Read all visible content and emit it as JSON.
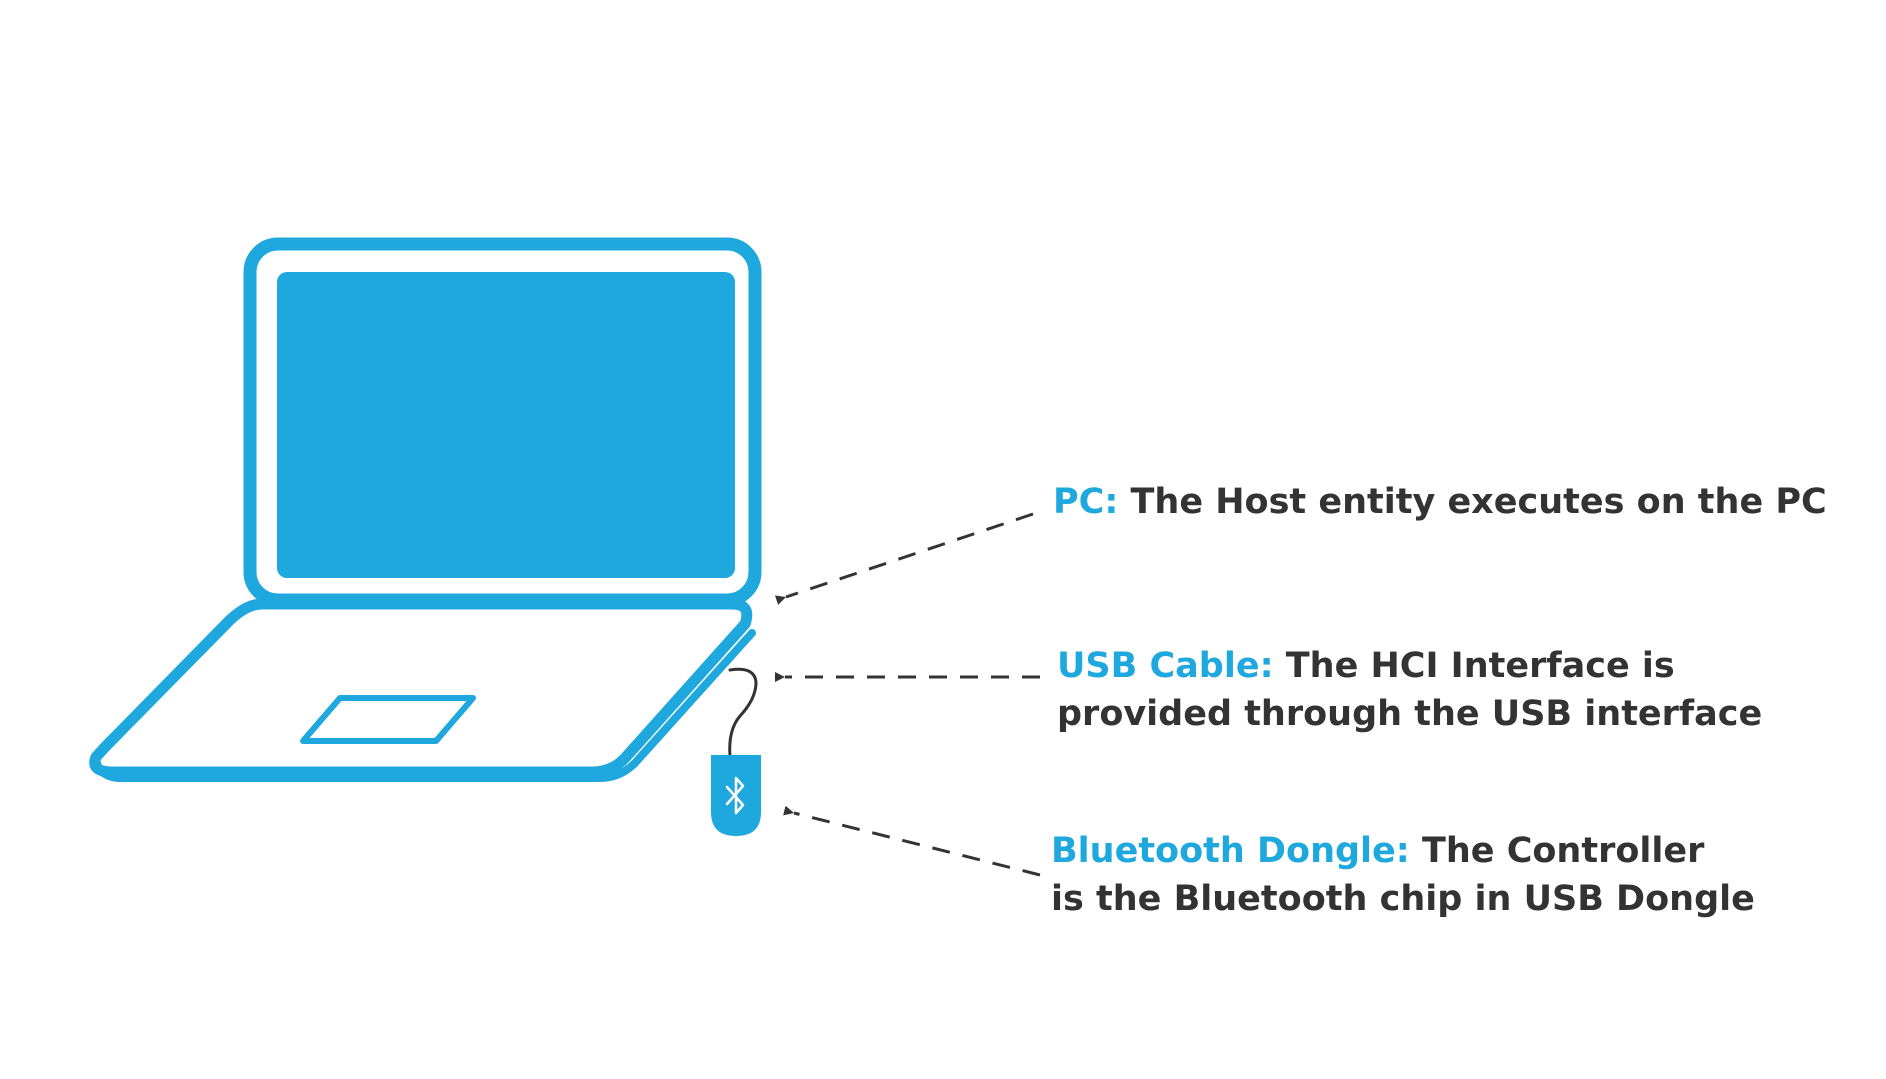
{
  "colors": {
    "accent": "#1fa8de",
    "text": "#333333",
    "arrow": "#333333",
    "background": "#ffffff"
  },
  "icons": {
    "laptop": "laptop-icon",
    "dongle": "usb-dongle-icon",
    "bluetooth": "bluetooth-icon"
  },
  "annotations": {
    "pc": {
      "key": "PC:",
      "line1": " The Host entity executes on the PC"
    },
    "usb_cable": {
      "key": "USB Cable:",
      "line1": " The HCI Interface is",
      "line2": "provided through the USB interface"
    },
    "dongle": {
      "key": "Bluetooth Dongle:",
      "line1": " The Controller",
      "line2": "is the Bluetooth chip in USB Dongle"
    }
  }
}
